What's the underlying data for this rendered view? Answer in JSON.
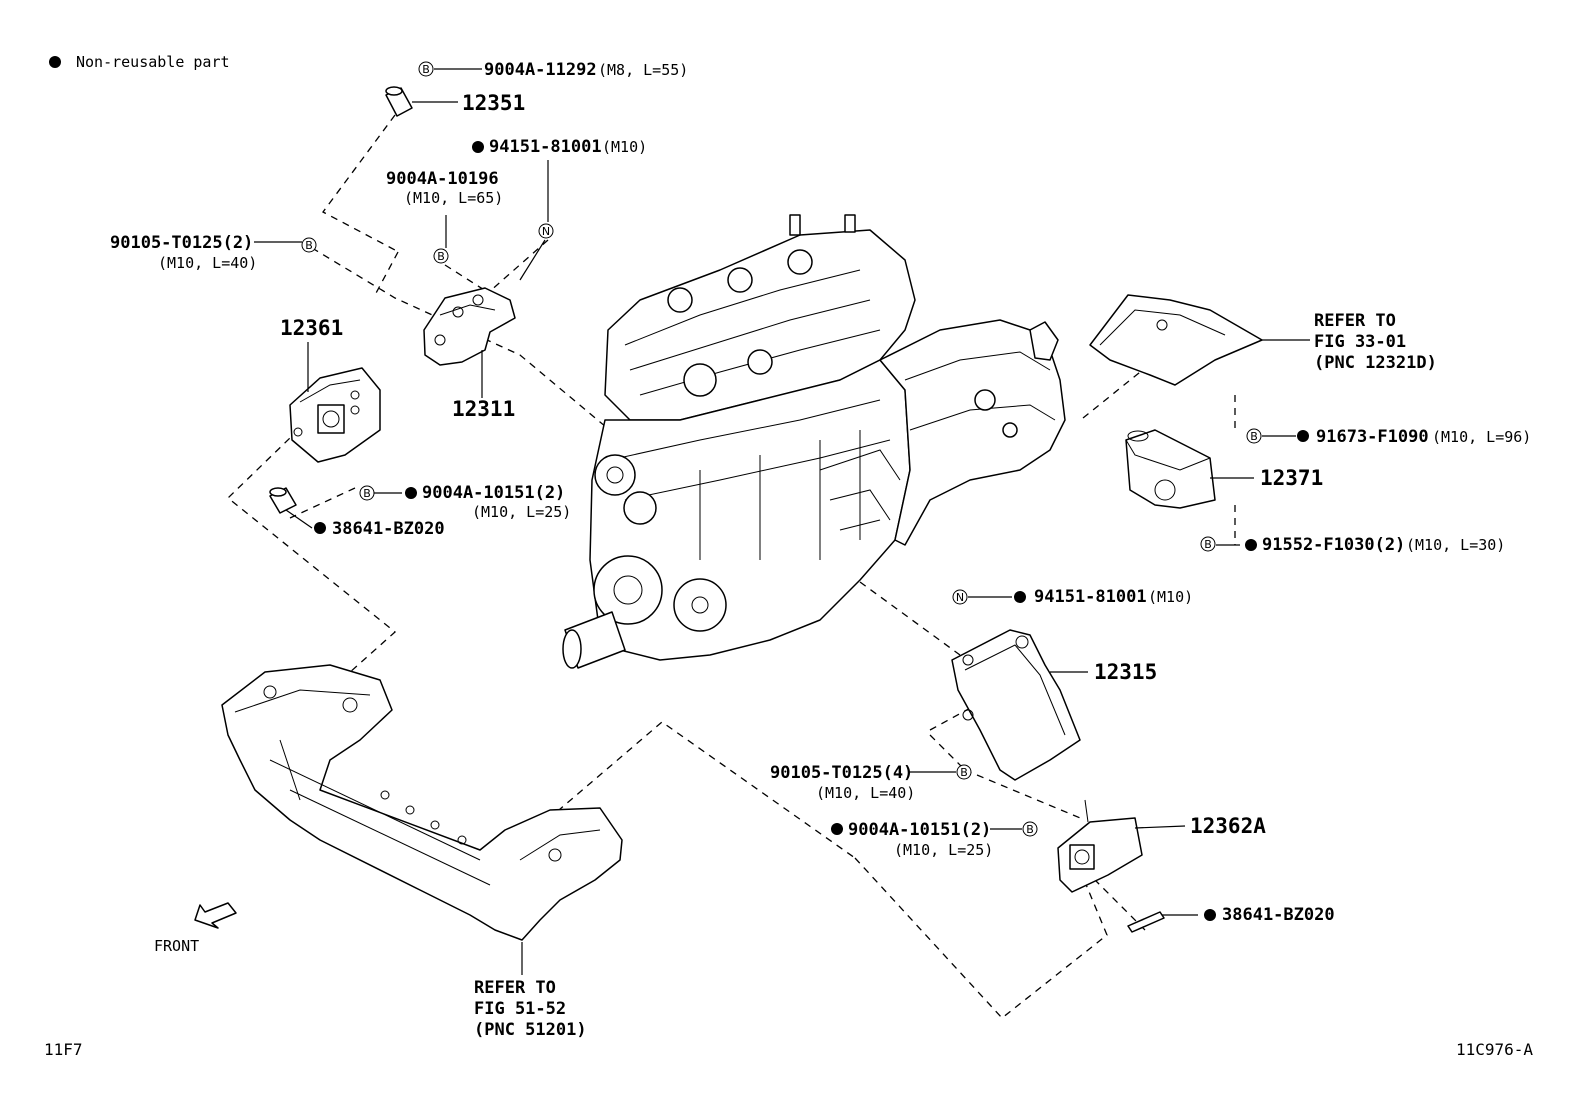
{
  "legend": {
    "symbol": "●",
    "text": "Non-reusable part"
  },
  "markers": {
    "bolt": "B",
    "nut": "N"
  },
  "labels": {
    "p90004_11292": "9004A-11292",
    "p90004_11292_spec": "(M8, L=55)",
    "p12351": "12351",
    "p94151_top": "94151-81001",
    "p94151_top_spec": "(M10)",
    "p9004a_10196": "9004A-10196",
    "p9004a_10196_spec": "(M10, L=65)",
    "p90105_t0125_2": "90105-T0125(2)",
    "p90105_t0125_2_spec": "(M10, L=40)",
    "p12361": "12361",
    "p12311": "12311",
    "p9004a_10151_left": "9004A-10151(2)",
    "p9004a_10151_left_spec": "(M10, L=25)",
    "p38641_left": "38641-BZ020",
    "refer_top_1": "REFER TO",
    "refer_top_2": "FIG 33-01",
    "refer_top_3": "(PNC 12321D)",
    "p91673": "91673-F1090",
    "p91673_spec": "(M10, L=96)",
    "p12371": "12371",
    "p91552": "91552-F1030(2)",
    "p91552_spec": "(M10, L=30)",
    "p94151_right": "94151-81001",
    "p94151_right_spec": "(M10)",
    "p12315": "12315",
    "p90105_t0125_4": "90105-T0125(4)",
    "p90105_t0125_4_spec": "(M10, L=40)",
    "p9004a_10151_right": "9004A-10151(2)",
    "p9004a_10151_right_spec": "(M10, L=25)",
    "p12362a": "12362A",
    "p38641_right": "38641-BZ020",
    "front": "FRONT",
    "refer_bottom_1": "REFER TO",
    "refer_bottom_2": "FIG 51-52",
    "refer_bottom_3": "(PNC 51201)"
  },
  "footer": {
    "left_code": "11F7",
    "right_code": "11C976-A"
  }
}
